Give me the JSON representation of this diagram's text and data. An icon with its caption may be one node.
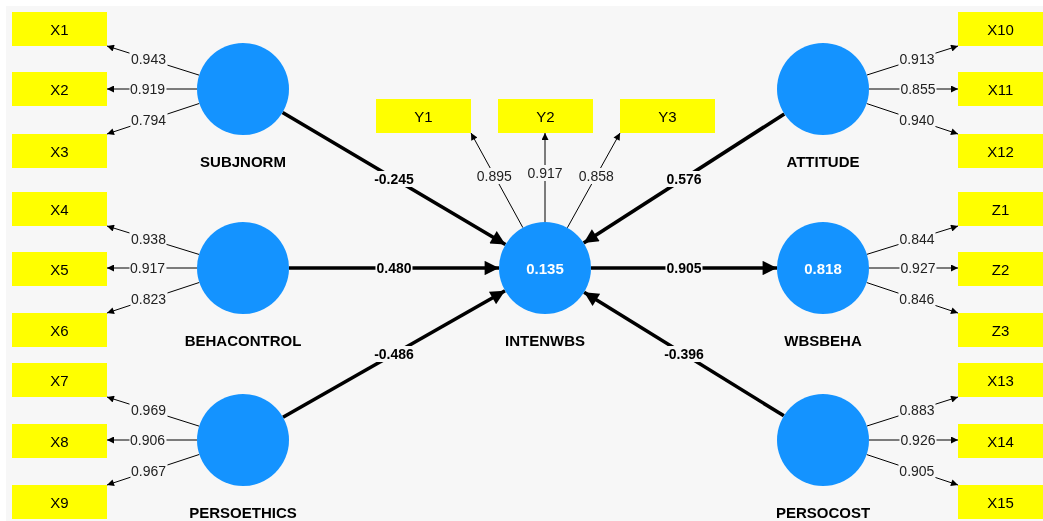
{
  "diagram": {
    "nodes": [
      {
        "text": [
          "X1"
        ]
      },
      {
        "text": [
          "X2"
        ]
      },
      {
        "text": [
          "X3"
        ]
      },
      {
        "text": [
          "X4"
        ]
      },
      {
        "text": [
          "X5"
        ]
      },
      {
        "text": [
          "X6"
        ]
      },
      {
        "text": [
          "X7"
        ]
      },
      {
        "text": [
          "X8"
        ]
      },
      {
        "text": [
          "X9"
        ]
      },
      {
        "text": [],
        "shape": "circle",
        "beside": [
          "SUBJNORM"
        ]
      },
      {
        "text": [],
        "shape": "circle",
        "beside": [
          "BEHACONTROL"
        ]
      },
      {
        "text": [],
        "shape": "circle",
        "beside": [
          "PERSOETHICS"
        ]
      },
      {
        "text": [
          "Y1"
        ]
      },
      {
        "text": [
          "Y2"
        ]
      },
      {
        "text": [
          "Y3"
        ]
      },
      {
        "text": [
          "0.135"
        ],
        "beside": [
          "INTENWBS"
        ]
      },
      {
        "text": [],
        "shape": "circle",
        "beside": [
          "ATTITUDE"
        ]
      },
      {
        "text": [
          "0.818"
        ],
        "beside": [
          "WBSBEHA"
        ]
      },
      {
        "text": [],
        "shape": "circle",
        "beside": [
          "PERSOCOST"
        ]
      },
      {
        "text": [
          "X10"
        ]
      },
      {
        "text": [
          "X11"
        ]
      },
      {
        "text": [
          "X12"
        ]
      },
      {
        "text": [
          "Z1"
        ]
      },
      {
        "text": [
          "Z2"
        ]
      },
      {
        "text": [
          "Z3"
        ]
      },
      {
        "text": [
          "X13"
        ]
      },
      {
        "text": [
          "X14"
        ]
      },
      {
        "text": [
          "X15"
        ]
      }
    ],
    "edges": [
      {
        "from": 9,
        "to": 0,
        "arrow": "to",
        "label": "0.943"
      },
      {
        "from": 9,
        "to": 1,
        "arrow": "to",
        "label": "0.919"
      },
      {
        "from": 9,
        "to": 2,
        "arrow": "to",
        "label": "0.794"
      },
      {
        "from": 10,
        "to": 3,
        "arrow": "to",
        "label": "0.938"
      },
      {
        "from": 10,
        "to": 4,
        "arrow": "to",
        "label": "0.917"
      },
      {
        "from": 10,
        "to": 5,
        "arrow": "to",
        "label": "0.823"
      },
      {
        "from": 11,
        "to": 6,
        "arrow": "to",
        "label": "0.969"
      },
      {
        "from": 11,
        "to": 7,
        "arrow": "to",
        "label": "0.906"
      },
      {
        "from": 11,
        "to": 8,
        "arrow": "to",
        "label": "0.967"
      },
      {
        "from": 15,
        "to": 12,
        "arrow": "to",
        "label": "0.895"
      },
      {
        "from": 15,
        "to": 13,
        "arrow": "to",
        "label": "0.917"
      },
      {
        "from": 15,
        "to": 14,
        "arrow": "to",
        "label": "0.858"
      },
      {
        "from": 16,
        "to": 19,
        "arrow": "to",
        "label": "0.913"
      },
      {
        "from": 16,
        "to": 20,
        "arrow": "to",
        "label": "0.855"
      },
      {
        "from": 16,
        "to": 21,
        "arrow": "to",
        "label": "0.940"
      },
      {
        "from": 17,
        "to": 22,
        "arrow": "to",
        "label": "0.844"
      },
      {
        "from": 17,
        "to": 23,
        "arrow": "to",
        "label": "0.927"
      },
      {
        "from": 17,
        "to": 24,
        "arrow": "to",
        "label": "0.846"
      },
      {
        "from": 18,
        "to": 25,
        "arrow": "to",
        "label": "0.883"
      },
      {
        "from": 18,
        "to": 26,
        "arrow": "to",
        "label": "0.926"
      },
      {
        "from": 18,
        "to": 27,
        "arrow": "to",
        "label": "0.905"
      },
      {
        "from": 9,
        "to": 15,
        "arrow": "to",
        "label": "-0.245",
        "style": "thick"
      },
      {
        "from": 10,
        "to": 15,
        "arrow": "to",
        "label": "0.480",
        "style": "thick"
      },
      {
        "from": 11,
        "to": 15,
        "arrow": "to",
        "label": "-0.486",
        "style": "thick"
      },
      {
        "from": 16,
        "to": 15,
        "arrow": "to",
        "label": "0.576",
        "style": "thick"
      },
      {
        "from": 15,
        "to": 17,
        "arrow": "to",
        "label": "0.905",
        "style": "thick"
      },
      {
        "from": 18,
        "to": 15,
        "arrow": "to",
        "label": "-0.396",
        "style": "thick"
      }
    ]
  }
}
